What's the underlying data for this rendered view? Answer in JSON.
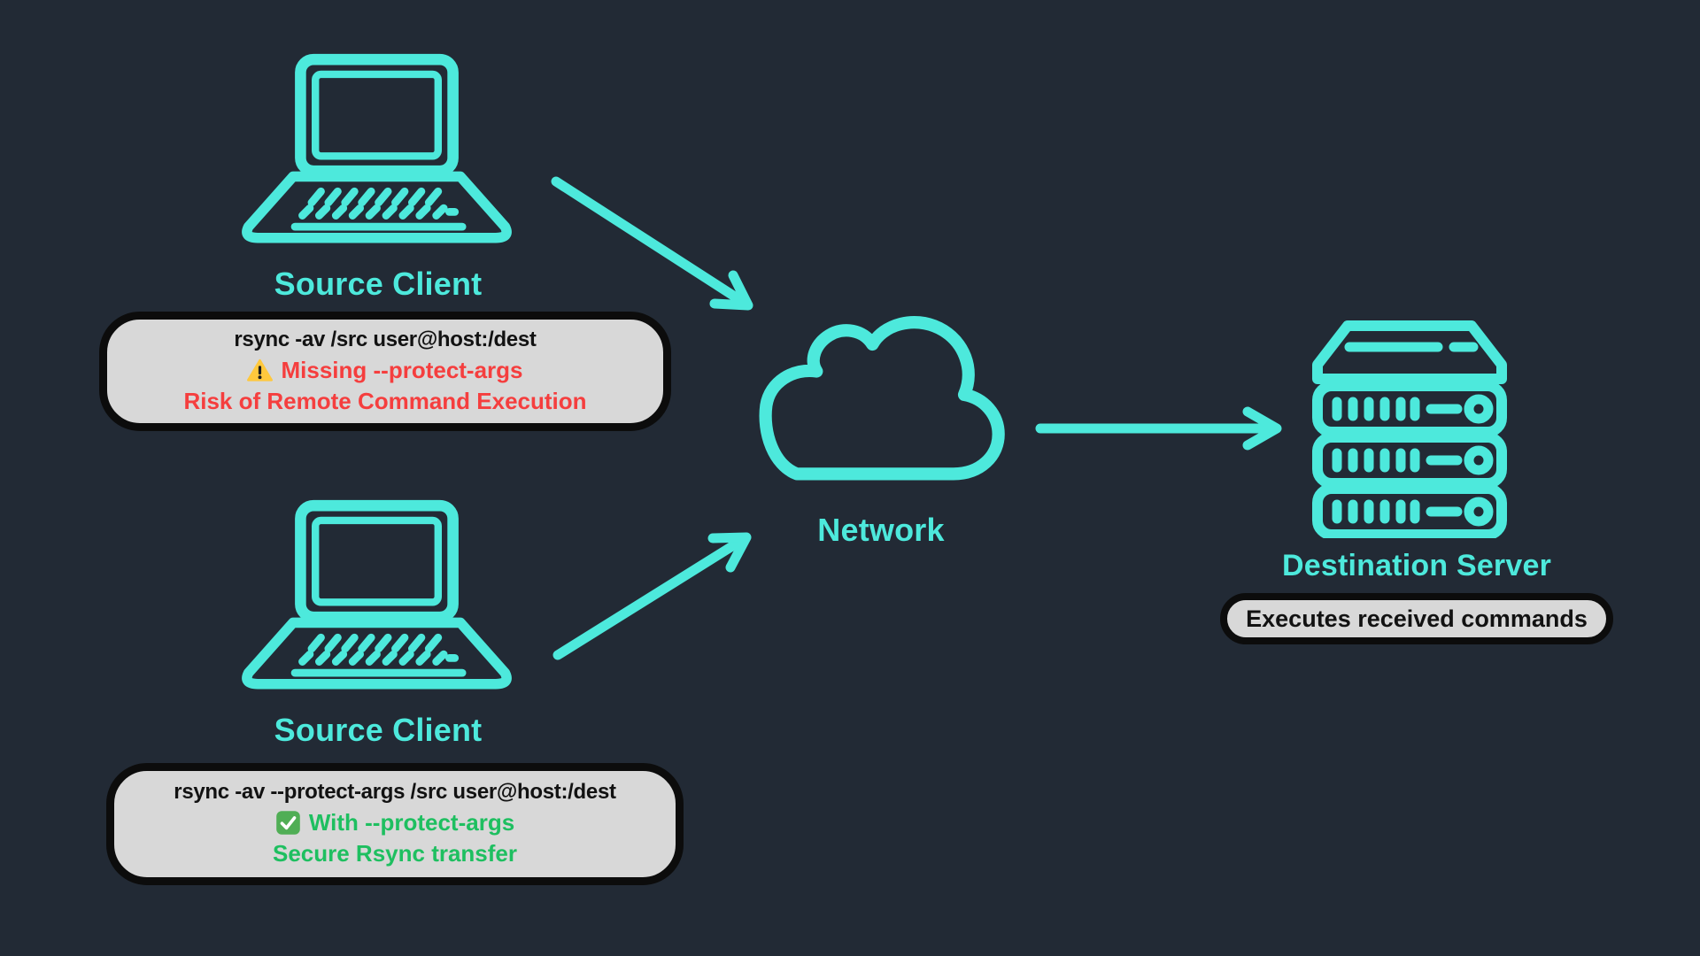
{
  "diagram": {
    "title_implicit": "rsync --protect-args security diagram",
    "colors": {
      "background": "#222A35",
      "accent_cyan": "#4DE9DC",
      "callout_bg": "#D8D8D8",
      "callout_border": "#0C0C0C",
      "danger_red": "#F53E3E",
      "safe_green": "#1EBF60",
      "command_black": "#121212",
      "warning_yellow": "#FFC83D",
      "check_green": "#50AE55"
    },
    "nodes": {
      "client_top": {
        "label": "Source Client",
        "icon": "laptop-icon"
      },
      "client_bottom": {
        "label": "Source Client",
        "icon": "laptop-icon"
      },
      "network": {
        "label": "Network",
        "icon": "cloud-icon"
      },
      "server": {
        "label": "Destination Server",
        "icon": "server-rack-icon"
      }
    },
    "callouts": {
      "insecure": {
        "command": "rsync -av /src user@host:/dest",
        "warning_icon": "warning-triangle-icon",
        "warning": "Missing --protect-args",
        "detail": "Risk of Remote Command Execution"
      },
      "secure": {
        "command": "rsync -av --protect-args /src user@host:/dest",
        "check_icon": "check-mark-icon",
        "status": "With --protect-args",
        "detail": "Secure Rsync transfer"
      },
      "server_note": {
        "text": "Executes received commands"
      }
    },
    "connections": [
      {
        "name": "client-top-to-network"
      },
      {
        "name": "client-bottom-to-network"
      },
      {
        "name": "network-to-server"
      }
    ]
  }
}
